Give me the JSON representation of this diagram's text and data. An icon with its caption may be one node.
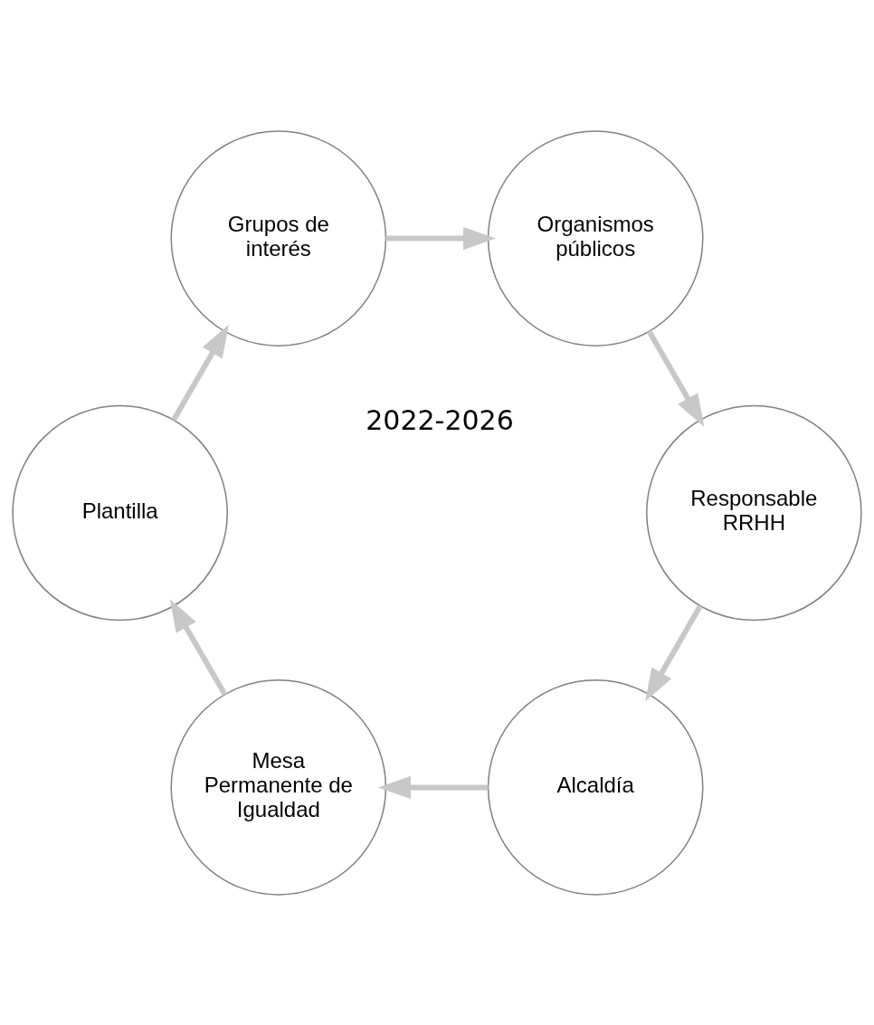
{
  "diagram": {
    "nodes": [
      {
        "text": [
          "Alcaldía"
        ]
      },
      {
        "text": [
          "Responsable RRHH"
        ]
      },
      {
        "text": [
          "Mesa Permanente de Igualdad"
        ]
      },
      {
        "text": [
          "Plantilla"
        ]
      },
      {
        "text": [
          "Organismos públicos"
        ]
      },
      {
        "text": [
          "Grupos de interés"
        ]
      }
    ],
    "edges": [
      {
        "from": 0,
        "to": 2,
        "arrow": "to"
      },
      {
        "from": 2,
        "to": 3,
        "arrow": "to"
      },
      {
        "from": 3,
        "to": 5,
        "arrow": "to"
      },
      {
        "from": 5,
        "to": 4,
        "arrow": "to"
      },
      {
        "from": 4,
        "to": 1,
        "arrow": "to"
      },
      {
        "from": 1,
        "to": 0,
        "arrow": "to"
      }
    ],
    "labels": [
      "2022-2026"
    ]
  }
}
